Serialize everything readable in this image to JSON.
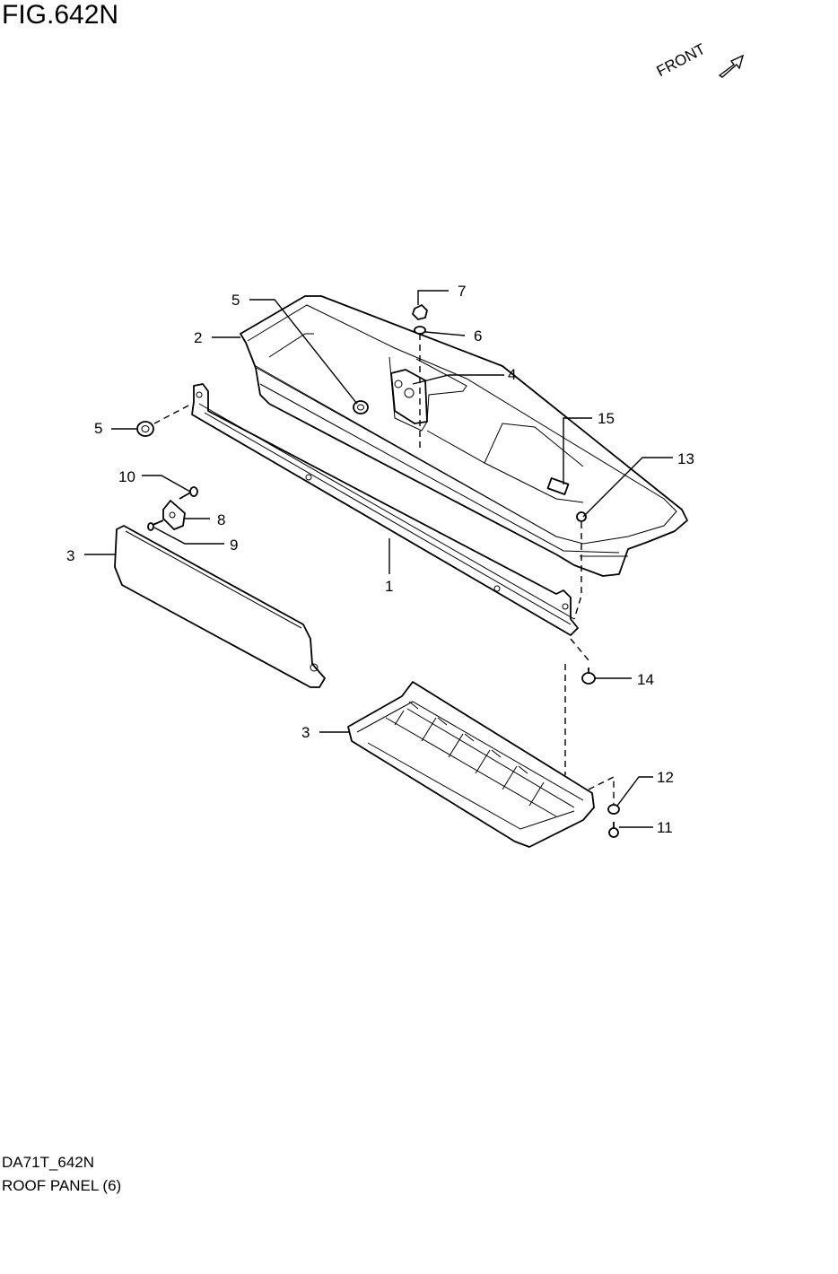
{
  "figure": {
    "title": "FIG.642N",
    "front_label": "FRONT",
    "code": "DA71T_642N",
    "caption": "ROOF PANEL (6)"
  },
  "callouts": {
    "c1": "1",
    "c2": "2",
    "c3a": "3",
    "c3b": "3",
    "c4": "4",
    "c5a": "5",
    "c5b": "5",
    "c6": "6",
    "c7": "7",
    "c8": "8",
    "c9": "9",
    "c10": "10",
    "c11": "11",
    "c12": "12",
    "c13": "13",
    "c14": "14",
    "c15": "15"
  }
}
